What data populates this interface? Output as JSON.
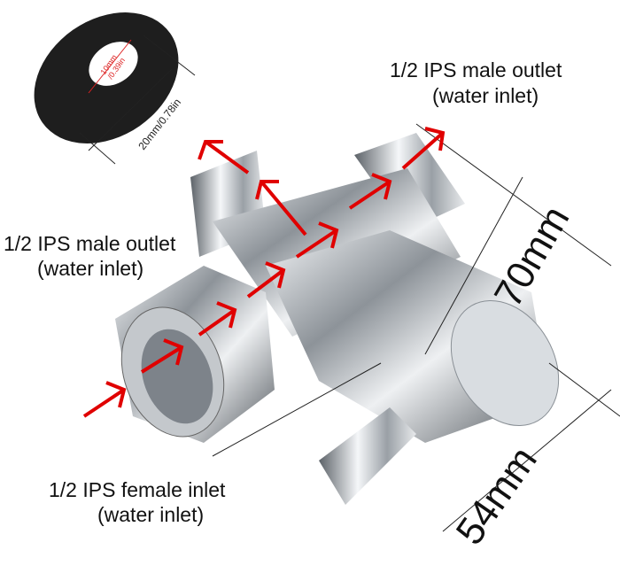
{
  "washer": {
    "inner_diameter": "10mm",
    "inner_diameter_in": "/0.39in",
    "outer_diameter": "20mm/0.78in"
  },
  "labels": {
    "top_right": {
      "line1": "1/2 IPS male outlet",
      "line2": "(water inlet)"
    },
    "left": {
      "line1": "1/2 IPS male outlet",
      "line2": "(water inlet)"
    },
    "bottom": {
      "line1": "1/2 IPS female inlet",
      "line2": "(water inlet)"
    }
  },
  "dimensions": {
    "height": "70mm",
    "width": "54mm"
  },
  "colors": {
    "arrow": "#e00000",
    "washer": "#1e1e1e",
    "chrome": "#c8ccd0"
  }
}
